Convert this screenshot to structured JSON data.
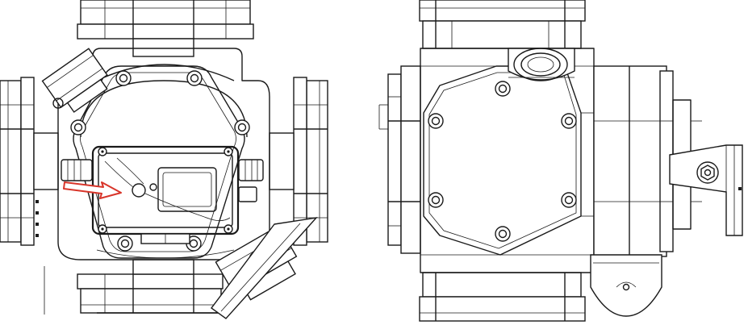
{
  "colors": {
    "line": "#1a1a1a",
    "background": "#ffffff",
    "arrow_fill": "#ffffff",
    "arrow_outline": "#d8352a"
  },
  "views": [
    {
      "id": "front-view",
      "description_icon": "valve-front-view-drawing"
    },
    {
      "id": "side-view",
      "description_icon": "valve-side-view-drawing"
    }
  ]
}
